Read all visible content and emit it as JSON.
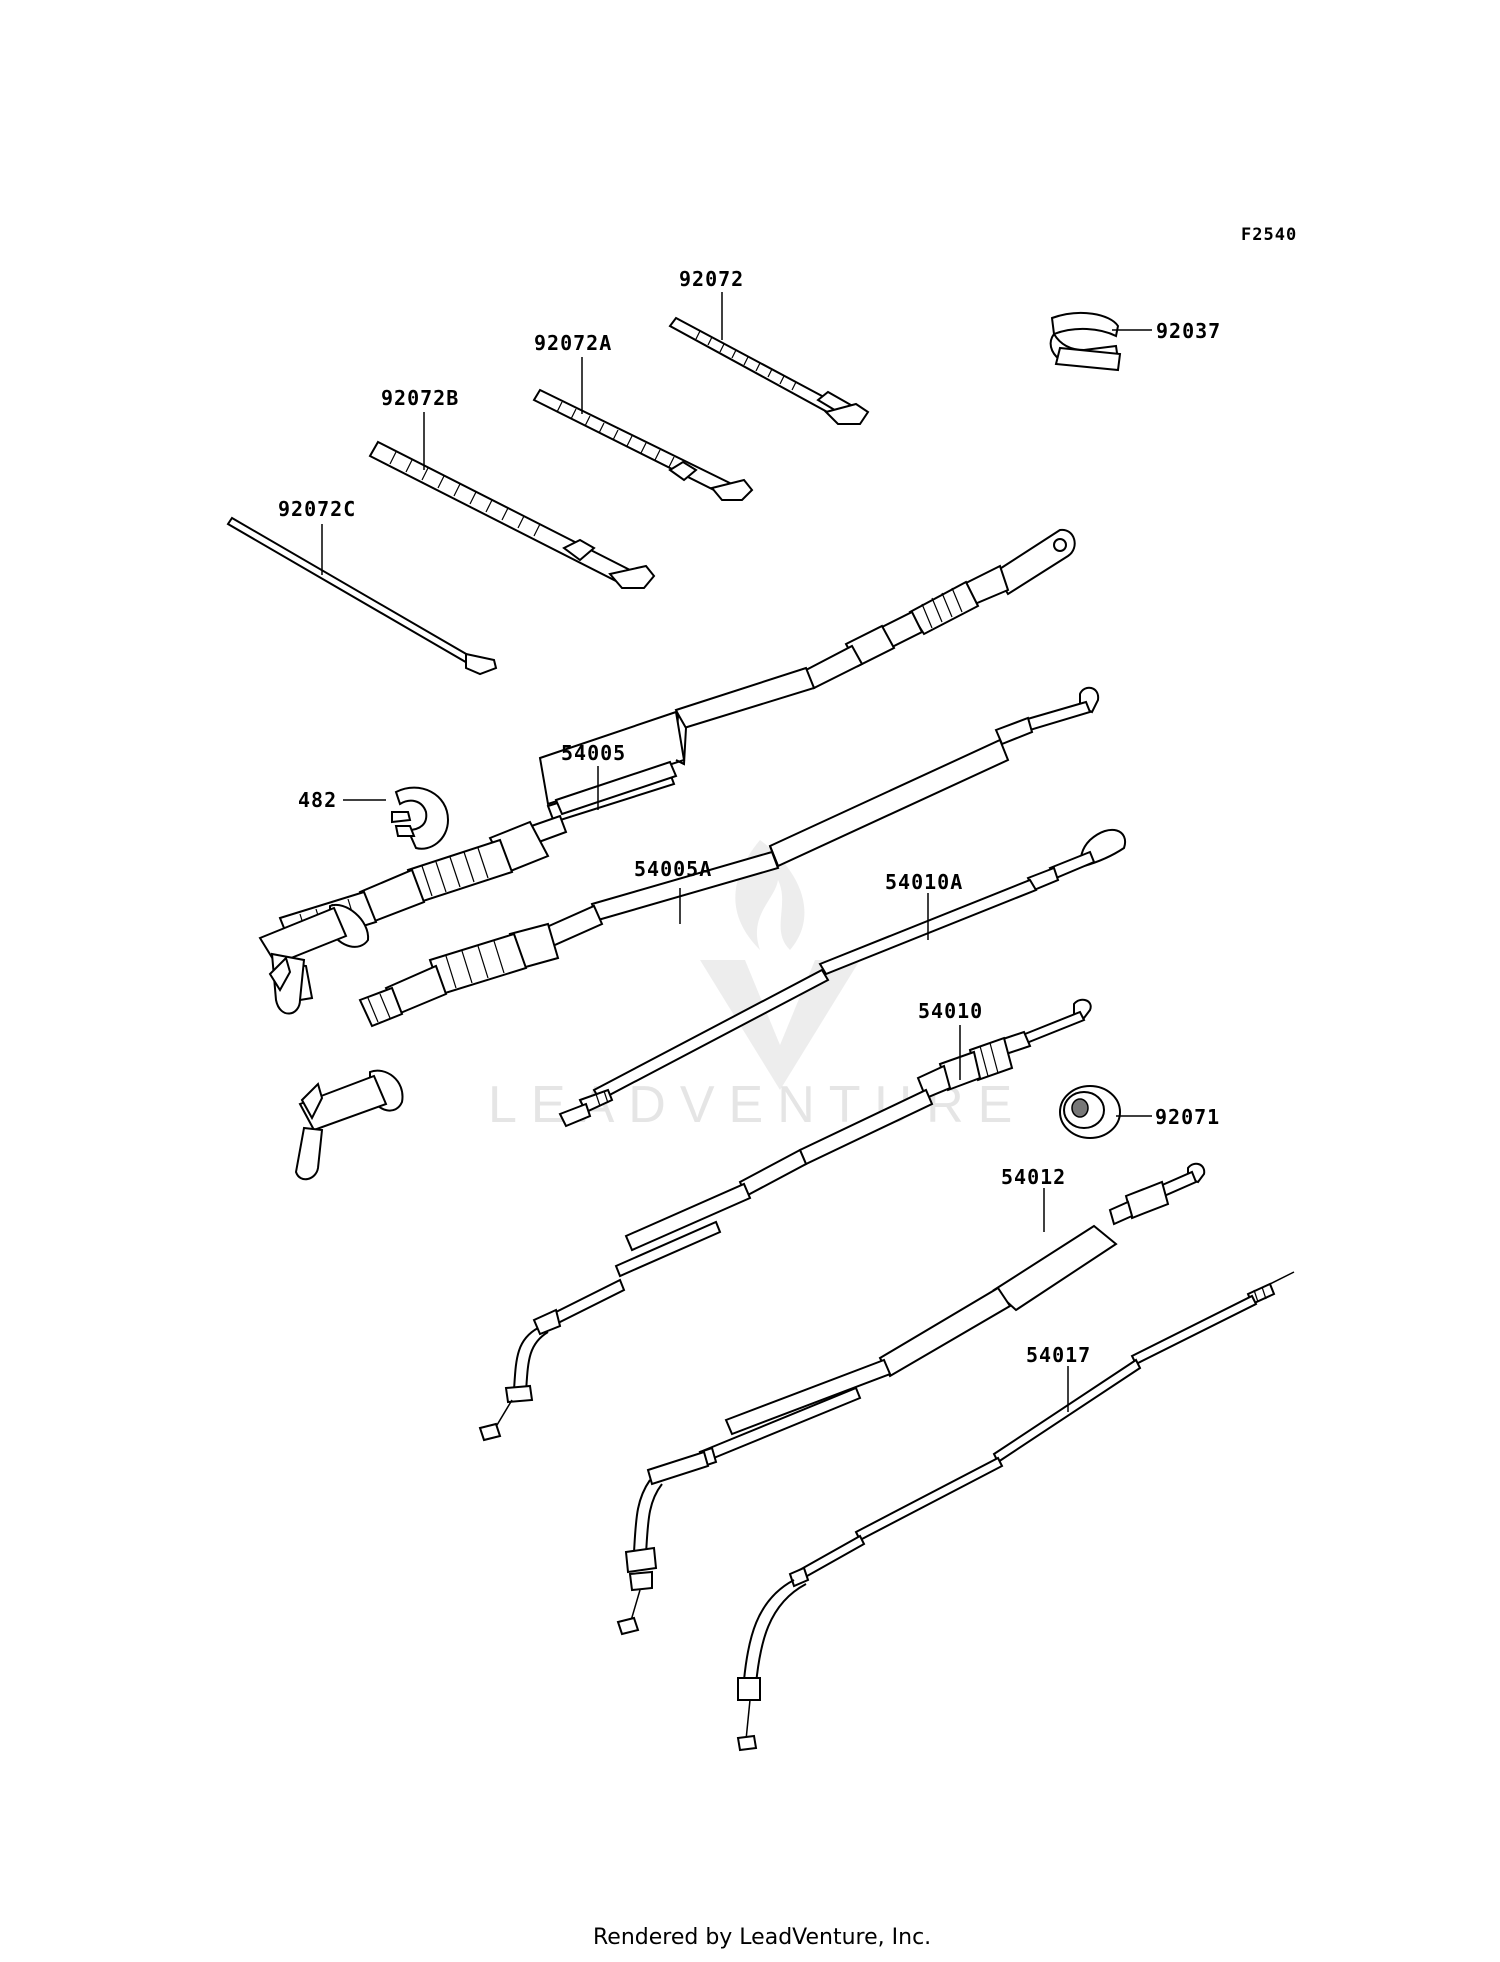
{
  "diagram": {
    "figure_code": "F2540",
    "watermark": "LEADVENTURE",
    "footer": "Rendered by LeadVenture, Inc.",
    "callouts": [
      {
        "id": "92072",
        "label": "92072"
      },
      {
        "id": "92072A",
        "label": "92072A"
      },
      {
        "id": "92072B",
        "label": "92072B"
      },
      {
        "id": "92072C",
        "label": "92072C"
      },
      {
        "id": "92037",
        "label": "92037"
      },
      {
        "id": "54005",
        "label": "54005"
      },
      {
        "id": "482",
        "label": "482"
      },
      {
        "id": "54005A",
        "label": "54005A"
      },
      {
        "id": "54010A",
        "label": "54010A"
      },
      {
        "id": "54010",
        "label": "54010"
      },
      {
        "id": "92071",
        "label": "92071"
      },
      {
        "id": "54012",
        "label": "54012"
      },
      {
        "id": "54017",
        "label": "54017"
      }
    ]
  }
}
